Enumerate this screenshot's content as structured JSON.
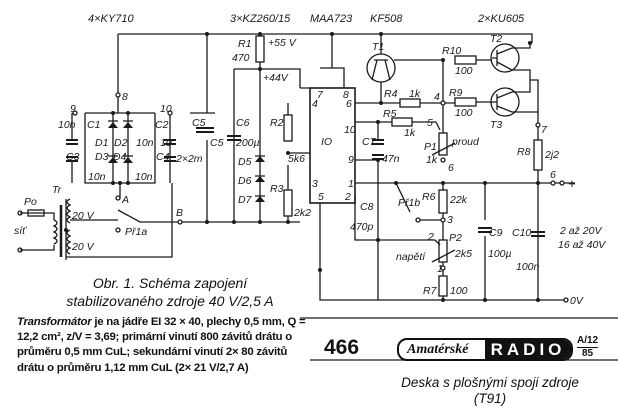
{
  "schematic": {
    "headers": {
      "bridge": "4×KY710",
      "zeners": "3×KZ260/15",
      "ic": "MAA723",
      "t1": "KF508",
      "t23": "2×KU605"
    },
    "labels": {
      "r1": "R1",
      "r1v": "470",
      "v55": "+55 V",
      "v44": "+44V",
      "n8": "8",
      "n9": "9",
      "n10": "10",
      "nA": "A",
      "nB": "B",
      "c1": "C1",
      "c1v": "10n",
      "c2": "C2",
      "c2v": "10",
      "c3": "C3",
      "c3v": "10n",
      "c4": "C4",
      "c4v": "10n",
      "c2v2": "10n",
      "d1": "D1",
      "d2": "D2",
      "d3": "D3",
      "d4": "D4",
      "c5": "C5",
      "c5v": "2×2m",
      "c6": "C6",
      "c6v": "200µ",
      "d5": "D5",
      "d6": "D6",
      "d7": "D7",
      "r2": "R2",
      "r2v": "5k6",
      "r3": "R3",
      "r3v": "2k2",
      "po": "Po",
      "sit": "síť",
      "tr": "Tr",
      "w1": "20 V",
      "w2": "20 V",
      "pr1a": "Př1a",
      "p7": "7",
      "p8": "8",
      "p4": "4",
      "p6": "6",
      "p10": "10",
      "io": "IO",
      "p9": "9",
      "p3": "3",
      "p1": "1",
      "p5": "5",
      "p2": "2",
      "c7": "C7",
      "c7v": "47n",
      "c8": "C8",
      "c8v": "470p",
      "pr1b": "Př1b",
      "t1": "T1",
      "t2": "T2",
      "t3": "T3",
      "r4": "R4",
      "r4v": "1k",
      "r5": "R5",
      "r5v": "1k",
      "r9": "R9",
      "r9v": "100",
      "r10": "R10",
      "r10v": "100",
      "n4": "4",
      "n5": "5",
      "n6": "6",
      "n7": "7",
      "n3": "3",
      "n2": "2",
      "n1": "1",
      "nout": "6",
      "p1l": "P1",
      "p1v": "1k",
      "proud": "proud",
      "r6": "R6",
      "r6v": "22k",
      "p2l": "P2",
      "p2v": "2k5",
      "napeti": "napětí",
      "r7": "R7",
      "r7v": "100",
      "r8": "R8",
      "r8v": "2j2",
      "c9": "C9",
      "c9v": "100µ",
      "c10": "C10",
      "c10v": "100n",
      "plus": "+",
      "zero": "0V",
      "range1": "2 až 20V",
      "range2": "16 až 40V"
    }
  },
  "caption": {
    "line1": "Obr. 1. Schéma zapojení",
    "line2": "stabilizovaného zdroje 40 V/2,5 A"
  },
  "description": {
    "lead": "Transformátor",
    "text": " je na jádře EI 32 × 40, plechy 0,5 mm, Q = 12,2 cm², z/V = 3,69; primární vinutí 800 závitů drátu o průměru 0,5 mm CuL; sekundární vinutí 2× 80 závitů drátu o průměru 1,12 mm CuL (2× 21 V/2,7 A)"
  },
  "footer": {
    "page": "466",
    "logo_script": "Amatérské",
    "logo_block": "RADIO",
    "issue_top": "A/12",
    "issue_bottom": "85",
    "pcb_title": "Deska s plošnými spoji zdroje",
    "pcb_code": "(T91)"
  }
}
